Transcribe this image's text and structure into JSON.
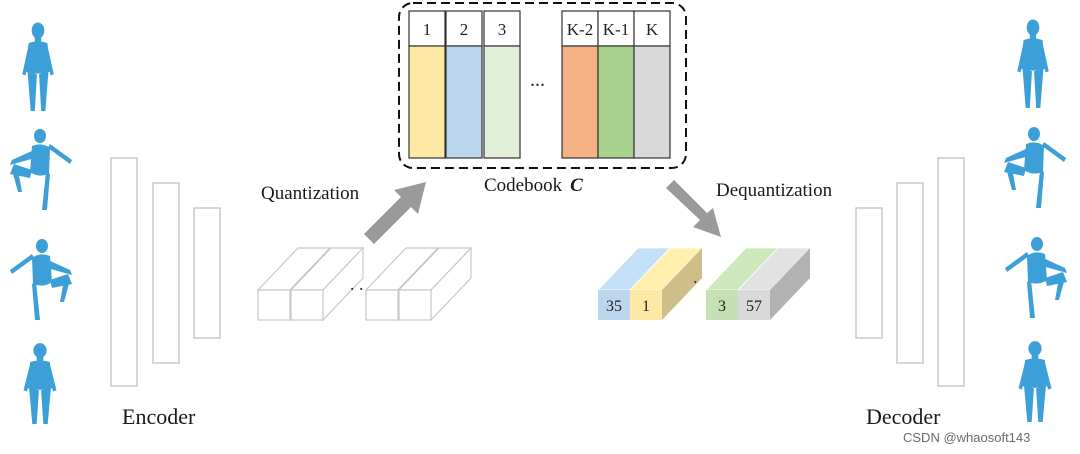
{
  "labels": {
    "encoder": "Encoder",
    "decoder": "Decoder",
    "quantization": "Quantization",
    "dequantization": "Dequantization",
    "codebook": "Codebook",
    "codebook_symbol": "C",
    "ellipsis": "...",
    "dots": ". ."
  },
  "codebook": {
    "entries": [
      {
        "index": "1",
        "color": "#fde8a6"
      },
      {
        "index": "2",
        "color": "#bcd6ee"
      },
      {
        "index": "3",
        "color": "#e1efd8"
      },
      {
        "index": "K-2",
        "color": "#f4b183"
      },
      {
        "index": "K-1",
        "color": "#a9d18e"
      },
      {
        "index": "K",
        "color": "#d9d9d9"
      }
    ]
  },
  "quantized_codes": [
    {
      "value": "35",
      "color": "#bcd6ee"
    },
    {
      "value": "1",
      "color": "#fde8a6"
    },
    {
      "value": "3",
      "color": "#c5e0b4"
    },
    {
      "value": "57",
      "color": "#d9d9d9"
    }
  ],
  "colors": {
    "figure": "#3d9fd8",
    "arrow": "#9a9a9a",
    "block_stroke": "#c8c8c8"
  },
  "watermark": "CSDN @whaosoft143"
}
